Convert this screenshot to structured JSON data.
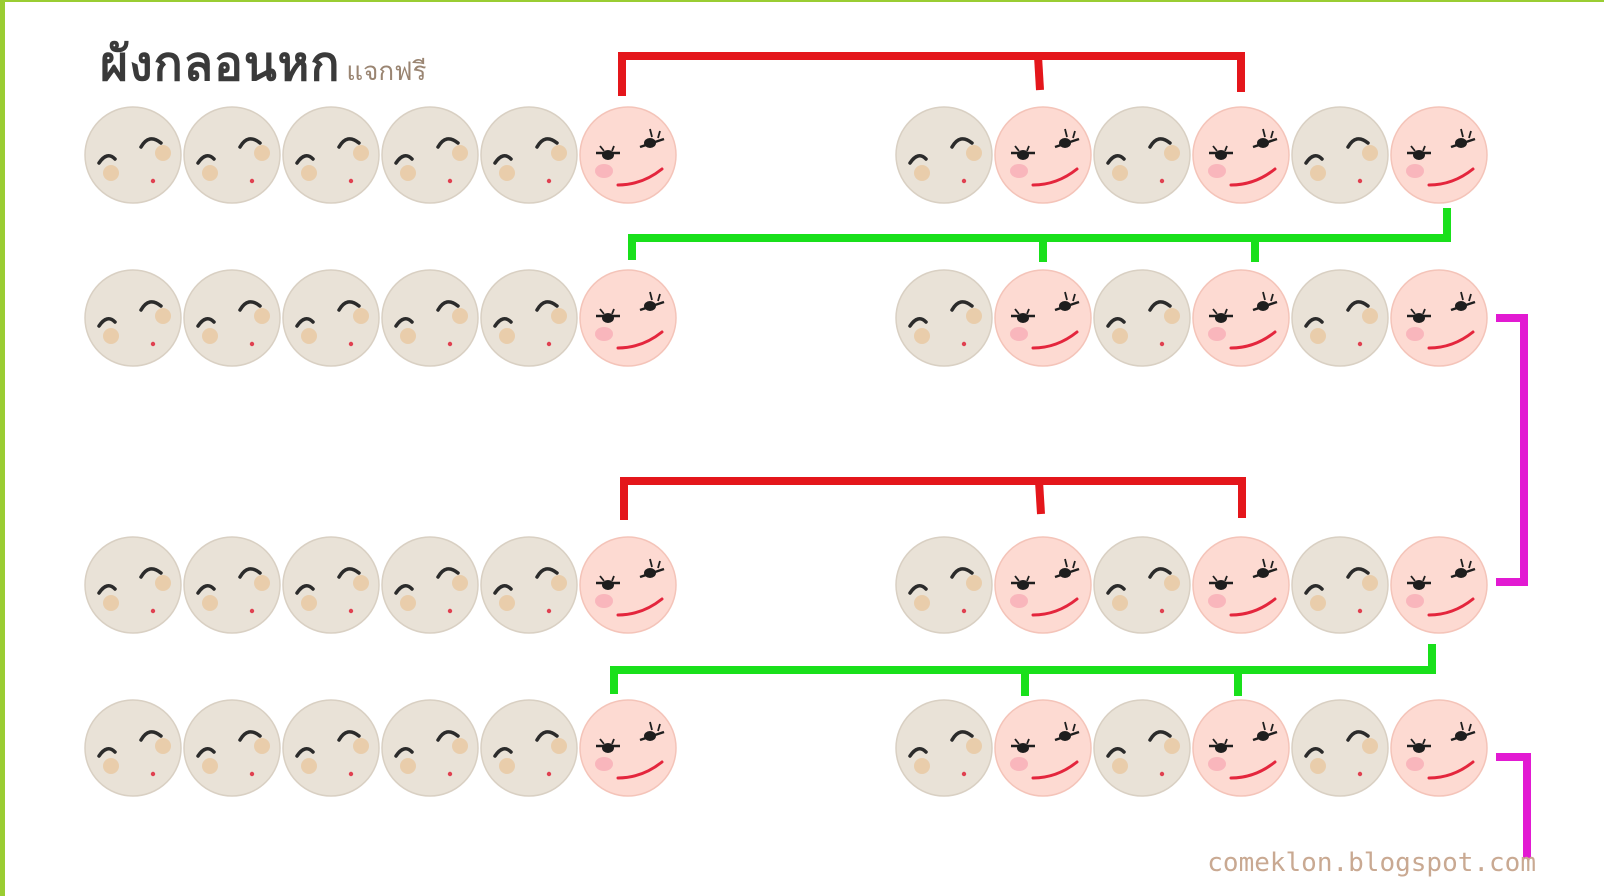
{
  "title": {
    "main": "ผังกลอนหก",
    "sub": "แจกฟรี"
  },
  "credit": "comeklon.blogspot.com",
  "colors": {
    "frame": "#9acd32",
    "plain_face_fill": "#e9e2d7",
    "plain_face_stroke": "#d9d0c3",
    "plain_cheek": "#e8c8a0",
    "rhyme_face_fill": "#fddad2",
    "rhyme_face_stroke": "#f4c4b9",
    "rhyme_cheek": "#f7a9b4",
    "rhyme_mouth": "#e4263d",
    "link_red": "#e4161b",
    "link_green": "#19e01b",
    "link_magenta": "#e21ad2"
  },
  "face_types": {
    "plain": "plain-face-icon (closed-eye neutral syllable)",
    "rhyme": "rhyme-face-icon (smiling rhyme syllable)"
  },
  "rows": [
    {
      "left": [
        "plain",
        "plain",
        "plain",
        "plain",
        "plain",
        "rhyme"
      ],
      "right": [
        "plain",
        "rhyme",
        "plain",
        "rhyme",
        "plain",
        "rhyme"
      ]
    },
    {
      "left": [
        "plain",
        "plain",
        "plain",
        "plain",
        "plain",
        "rhyme"
      ],
      "right": [
        "plain",
        "rhyme",
        "plain",
        "rhyme",
        "plain",
        "rhyme"
      ]
    },
    {
      "left": [
        "plain",
        "plain",
        "plain",
        "plain",
        "plain",
        "rhyme"
      ],
      "right": [
        "plain",
        "rhyme",
        "plain",
        "rhyme",
        "plain",
        "rhyme"
      ]
    },
    {
      "left": [
        "plain",
        "plain",
        "plain",
        "plain",
        "plain",
        "rhyme"
      ],
      "right": [
        "plain",
        "rhyme",
        "plain",
        "rhyme",
        "plain",
        "rhyme"
      ]
    }
  ],
  "connectors": [
    {
      "name": "rhyme-link-red-1",
      "color": "red",
      "from_row": 1,
      "from": "L6",
      "to": [
        "R2",
        "R4"
      ]
    },
    {
      "name": "rhyme-link-green-1",
      "color": "green",
      "from_row": 1,
      "from": "R6",
      "to_row": 2,
      "to": [
        "L6",
        "R2",
        "R4"
      ]
    },
    {
      "name": "rhyme-link-magenta-1",
      "color": "magenta",
      "from_row": 2,
      "from": "R6",
      "to_row": 3,
      "to": [
        "R6"
      ]
    },
    {
      "name": "rhyme-link-red-2",
      "color": "red",
      "from_row": 3,
      "from": "L6",
      "to": [
        "R2",
        "R4"
      ]
    },
    {
      "name": "rhyme-link-green-2",
      "color": "green",
      "from_row": 3,
      "from": "R6",
      "to_row": 4,
      "to": [
        "L6",
        "R2",
        "R4"
      ]
    },
    {
      "name": "rhyme-link-magenta-2",
      "color": "magenta",
      "from_row": 4,
      "from": "R6",
      "to": [
        "next"
      ]
    }
  ]
}
